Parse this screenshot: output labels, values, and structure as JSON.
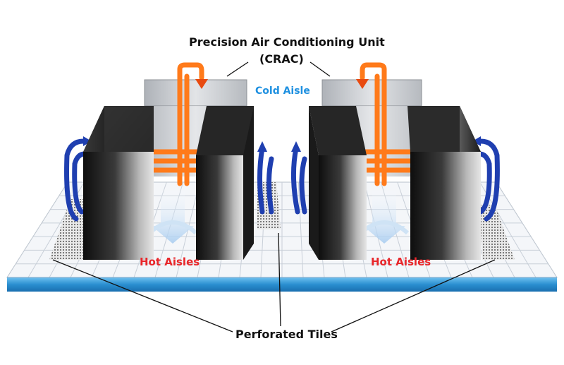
{
  "labels": {
    "title_line1": "Precision Air Conditioning Unit",
    "title_line2": "(CRAC)",
    "cold_aisle": "Cold Aisle",
    "hot_aisle_left": "Hot Aisles",
    "hot_aisle_right": "Hot Aisles",
    "perforated_tiles": "Perforated Tiles"
  },
  "colors": {
    "cold_air": "#1e90e0",
    "hot_air": "#e8262a",
    "supply_air_orange": "#ff7a1a",
    "return_air_blue": "#1f3fb0",
    "floor_blue": "#2a8fd0",
    "grid_line": "#c8cfd8",
    "rack_dark": "#1a1a1a",
    "crac_gray": "#c9ccd1"
  }
}
